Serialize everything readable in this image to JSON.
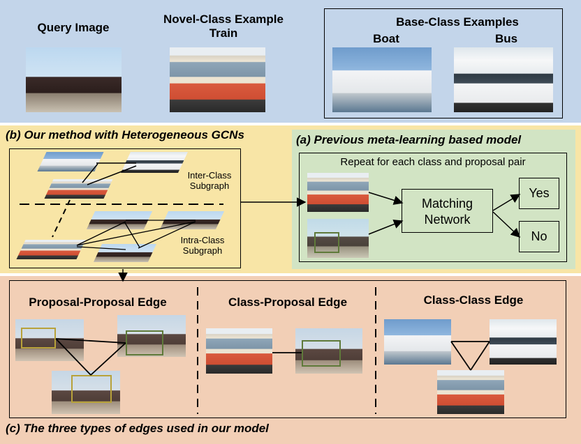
{
  "top_panel": {
    "query_label": "Query Image",
    "novel_label_line1": "Novel-Class Example",
    "novel_label_line2": "Train",
    "base_label": "Base-Class Examples",
    "boat_label": "Boat",
    "bus_label": "Bus"
  },
  "panel_b": {
    "title": "(b) Our method with Heterogeneous GCNs",
    "inter_line1": "Inter-Class",
    "inter_line2": "Subgraph",
    "intra_line1": "Intra-Class",
    "intra_line2": "Subgraph"
  },
  "panel_a": {
    "title": "(a)  Previous meta-learning based model",
    "repeat_text": "Repeat for each class and proposal pair",
    "matching_line1": "Matching",
    "matching_line2": "Network",
    "yes_label": "Yes",
    "no_label": "No"
  },
  "panel_c": {
    "pp_label": "Proposal-Proposal Edge",
    "cp_label": "Class-Proposal Edge",
    "cc_label": "Class-Class Edge",
    "caption": "(c) The three types of edges used in our model"
  },
  "colors": {
    "top_band": "#c3d5ea",
    "panel_b_bg": "#f8e5a6",
    "panel_a_bg": "#d2e4c4",
    "panel_c_bg": "#f2cfb6",
    "frame_yellow": "#b8a23a",
    "frame_green": "#5f7a3a"
  }
}
